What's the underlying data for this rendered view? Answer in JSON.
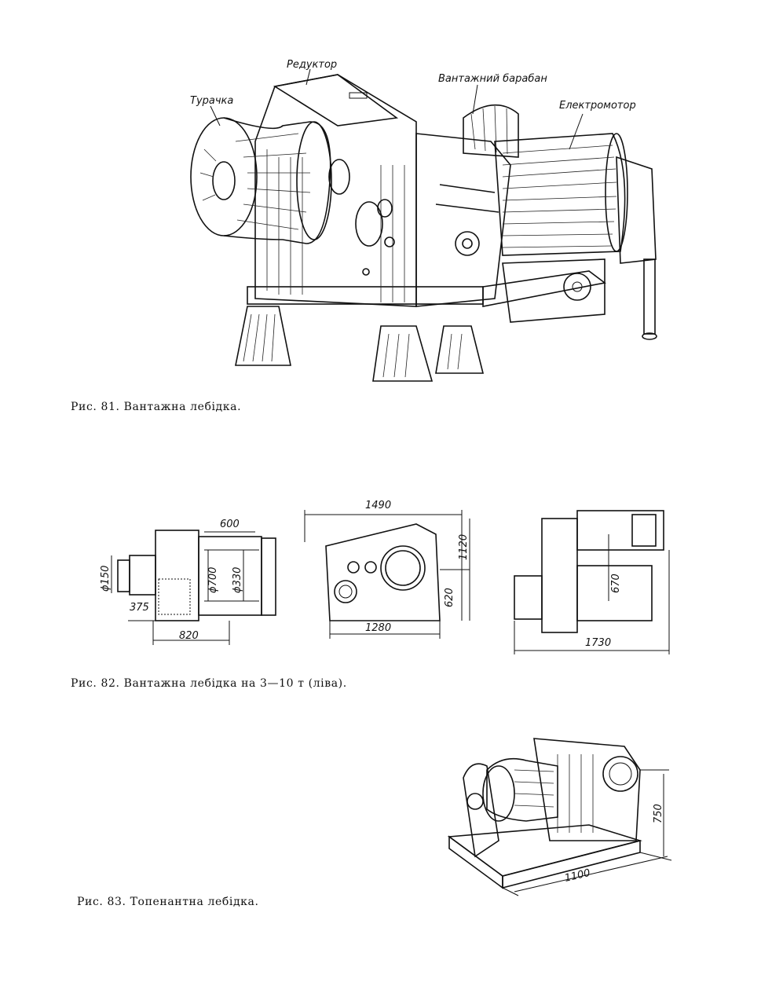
{
  "figure81": {
    "labels": {
      "capstan": "Турачка",
      "reducer": "Редуктор",
      "cargo_drum": "Вантажний барабан",
      "motor": "Електромотор"
    },
    "caption": "Рис. 81. Вантажна лебідка."
  },
  "figure82": {
    "dims": {
      "d150": "ϕ150",
      "d700": "ϕ700",
      "d330": "ϕ330",
      "w600": "600",
      "w375": "375",
      "w820": "820",
      "w1490": "1490",
      "h1120": "1120",
      "h620": "620",
      "w1280": "1280",
      "h670": "670",
      "w1730": "1730"
    },
    "caption": "Рис. 82. Вантажна лебідка на 3—10 т (ліва)."
  },
  "figure83": {
    "dims": {
      "w1100": "1100",
      "h750": "750"
    },
    "caption": "Рис. 83. Топенантна лебідка."
  }
}
